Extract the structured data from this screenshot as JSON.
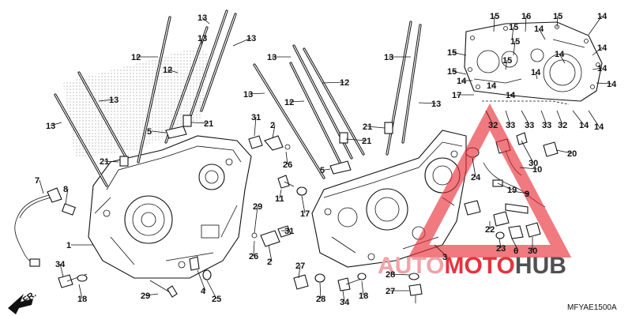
{
  "diagram": {
    "reference_code": "MFYAE1500A",
    "direction_label": "FR.",
    "watermark": {
      "part1": "AUTO",
      "part2": "MOTO",
      "part3": "HUB",
      "color": "#e8323c"
    },
    "callouts": [
      {
        "id": "c1",
        "text": "13"
      },
      {
        "id": "c2",
        "text": "13"
      },
      {
        "id": "c3",
        "text": "13"
      },
      {
        "id": "c4",
        "text": "12"
      },
      {
        "id": "c5",
        "text": "12"
      },
      {
        "id": "c6",
        "text": "13"
      },
      {
        "id": "c7",
        "text": "13"
      },
      {
        "id": "c8",
        "text": "21"
      },
      {
        "id": "c9",
        "text": "5"
      },
      {
        "id": "c10",
        "text": "21"
      },
      {
        "id": "c11",
        "text": "7"
      },
      {
        "id": "c12",
        "text": "8"
      },
      {
        "id": "c13",
        "text": "1"
      },
      {
        "id": "c14",
        "text": "34"
      },
      {
        "id": "c15",
        "text": "18"
      },
      {
        "id": "c16",
        "text": "29"
      },
      {
        "id": "c17",
        "text": "4"
      },
      {
        "id": "c18",
        "text": "25"
      },
      {
        "id": "c19",
        "text": "31"
      },
      {
        "id": "c20",
        "text": "2"
      },
      {
        "id": "c21",
        "text": "26"
      },
      {
        "id": "c22",
        "text": "11"
      },
      {
        "id": "c23",
        "text": "17"
      },
      {
        "id": "c24",
        "text": "29"
      },
      {
        "id": "c25",
        "text": "31"
      },
      {
        "id": "c26",
        "text": "26"
      },
      {
        "id": "c27",
        "text": "2"
      },
      {
        "id": "c28",
        "text": "27"
      },
      {
        "id": "c29",
        "text": "28"
      },
      {
        "id": "c30",
        "text": "34"
      },
      {
        "id": "c31",
        "text": "18"
      },
      {
        "id": "c32",
        "text": "13"
      },
      {
        "id": "c33",
        "text": "12"
      },
      {
        "id": "c34",
        "text": "13"
      },
      {
        "id": "c35",
        "text": "12"
      },
      {
        "id": "c36",
        "text": "13"
      },
      {
        "id": "c37",
        "text": "13"
      },
      {
        "id": "c38",
        "text": "21"
      },
      {
        "id": "c39",
        "text": "21"
      },
      {
        "id": "c40",
        "text": "5"
      },
      {
        "id": "c41",
        "text": "3"
      },
      {
        "id": "c42",
        "text": "28"
      },
      {
        "id": "c43",
        "text": "27"
      },
      {
        "id": "c44",
        "text": "15"
      },
      {
        "id": "c45",
        "text": "16"
      },
      {
        "id": "c46",
        "text": "15"
      },
      {
        "id": "c47",
        "text": "14"
      },
      {
        "id": "c48",
        "text": "15"
      },
      {
        "id": "c49",
        "text": "14"
      },
      {
        "id": "c50",
        "text": "15"
      },
      {
        "id": "c51",
        "text": "15"
      },
      {
        "id": "c52",
        "text": "15"
      },
      {
        "id": "c53",
        "text": "14"
      },
      {
        "id": "c54",
        "text": "14"
      },
      {
        "id": "c55",
        "text": "15"
      },
      {
        "id": "c56",
        "text": "14"
      },
      {
        "id": "c57",
        "text": "14"
      },
      {
        "id": "c58",
        "text": "14"
      },
      {
        "id": "c59",
        "text": "17"
      },
      {
        "id": "c60",
        "text": "14"
      },
      {
        "id": "c61",
        "text": "14"
      },
      {
        "id": "c62",
        "text": "14"
      },
      {
        "id": "c63",
        "text": "32"
      },
      {
        "id": "c64",
        "text": "33"
      },
      {
        "id": "c65",
        "text": "33"
      },
      {
        "id": "c66",
        "text": "33"
      },
      {
        "id": "c67",
        "text": "32"
      },
      {
        "id": "c68",
        "text": "14"
      },
      {
        "id": "c69",
        "text": "14"
      },
      {
        "id": "c70",
        "text": "20"
      },
      {
        "id": "c71",
        "text": "24"
      },
      {
        "id": "c72",
        "text": "10"
      },
      {
        "id": "c73",
        "text": "9"
      },
      {
        "id": "c74",
        "text": "19"
      },
      {
        "id": "c75",
        "text": "22"
      },
      {
        "id": "c76",
        "text": "23"
      },
      {
        "id": "c77",
        "text": "6"
      },
      {
        "id": "c78",
        "text": "30"
      },
      {
        "id": "c79",
        "text": "30"
      }
    ]
  }
}
